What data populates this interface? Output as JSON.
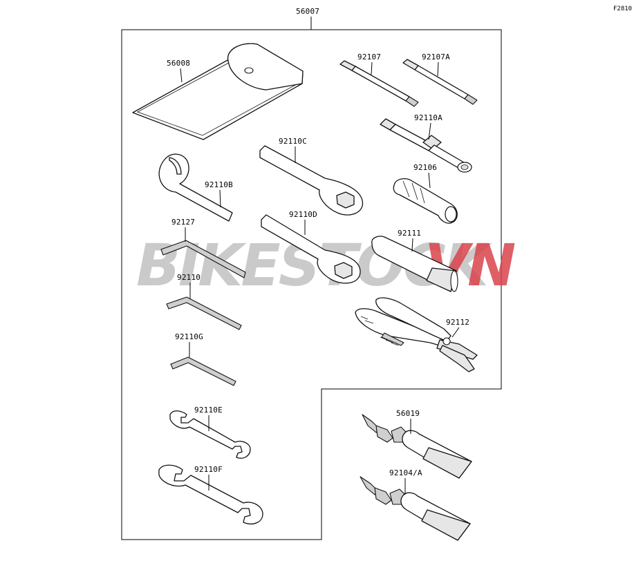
{
  "figure_code": "F2810",
  "kit_number": "56007",
  "watermark": {
    "text_main": "BIKESTOCK",
    "text_accent": "VN",
    "color_main": "#b8b8b8",
    "color_accent": "#d9434b"
  },
  "parts": {
    "p56008": "56008",
    "p92107": "92107",
    "p92107a": "92107A",
    "p92110a": "92110A",
    "p92110c": "92110C",
    "p92106": "92106",
    "p92110b": "92110B",
    "p92110d": "92110D",
    "p92127": "92127",
    "p92111": "92111",
    "p92110": "92110",
    "p92112": "92112",
    "p92110g": "92110G",
    "p92110e": "92110E",
    "p56019": "56019",
    "p92110f": "92110F",
    "p92104a": "92104/A"
  }
}
